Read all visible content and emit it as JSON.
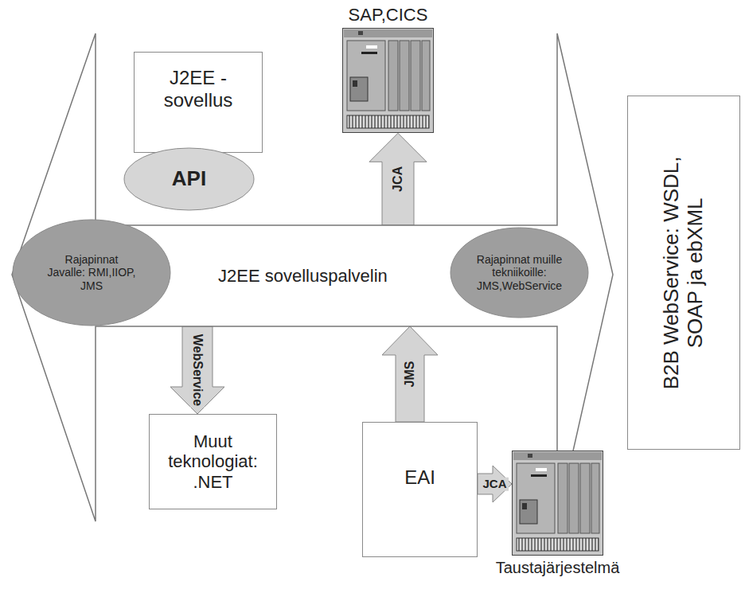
{
  "diagram": {
    "nodes": [
      {
        "text": [
          "J2EE - sovellus"
        ]
      },
      {
        "text": [
          "API"
        ]
      },
      {
        "text": [
          "J2EE sovelluspalvelin"
        ]
      },
      {
        "text": [
          "Rajapinnat Javalle: RMI,IIOP, JMS"
        ],
        "in": 2
      },
      {
        "text": [
          "Rajapinnat muille tekniikoille: JMS,WebService"
        ],
        "in": 2
      },
      {
        "text": [
          "SAP,CICS"
        ]
      },
      {
        "text": [
          "B2B WebService: WSDL, SOAP ja ebXML"
        ]
      },
      {
        "text": [
          "Muut teknologiat: .NET"
        ]
      },
      {
        "text": [
          "EAI"
        ]
      },
      {
        "text": [
          "Taustajärjestelmä"
        ]
      }
    ],
    "edges": [
      {
        "from": 2,
        "to": 5,
        "arrow": "to",
        "label": "JCA"
      },
      {
        "from": 2,
        "to": 7,
        "arrow": "to",
        "label": "WebService"
      },
      {
        "from": 8,
        "to": 2,
        "arrow": "to",
        "label": "JMS"
      },
      {
        "from": 8,
        "to": 9,
        "arrow": "to",
        "label": "JCA"
      }
    ]
  }
}
